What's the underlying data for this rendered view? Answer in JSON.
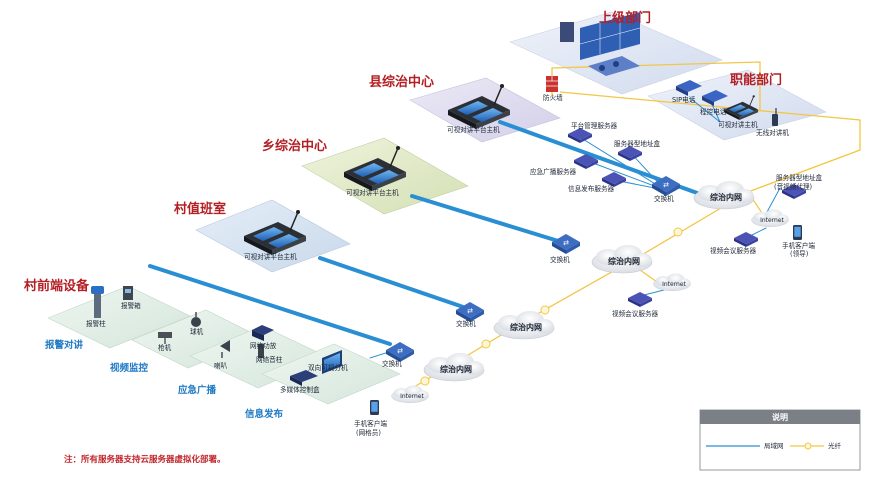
{
  "tiers": {
    "top": "上级部门",
    "func": "职能部门",
    "county": "县综治中心",
    "town": "乡综治中心",
    "village": "村值班室",
    "front": "村前端设备"
  },
  "devices": {
    "host": "可视对讲平台主机",
    "firewall": "防火墙",
    "sip_phone": "SIP电话",
    "pbx_phone": "程控电话",
    "vi_host": "可视对讲主机",
    "wireless": "无线对讲机",
    "platform_server": "平台管理服务器",
    "addr_box": "服务器型地址盒",
    "emerg_server": "应急广播服务器",
    "info_server": "信息发布服务器",
    "switch": "交换机",
    "intranet": "综治内网",
    "internet": "Internet",
    "addr_box_vc": "服务器型地址盒",
    "addr_box_vc_sub": "(音视频代理)",
    "vc_server": "视频会议服务器",
    "mobile_leader": "手机客户端",
    "mobile_leader_sub": "(领导)",
    "mobile_grid": "手机客户端",
    "mobile_grid_sub": "(网格员)",
    "alarm_pillar": "报警柱",
    "alarm_box": "报警箱",
    "gun_cam": "枪机",
    "dome_cam": "球机",
    "horn": "喇叭",
    "amp": "网络功放",
    "net_speaker": "网络音柱",
    "dual_screen": "双向可视分机",
    "media_box": "多媒体控制盒"
  },
  "categories": {
    "c1": "报警对讲",
    "c2": "视频监控",
    "c3": "应急广播",
    "c4": "信息发布"
  },
  "legend": {
    "title": "说明",
    "lan": "局域网",
    "fiber": "光纤"
  },
  "note": "注：所有服务器支持云服务器虚拟化部署。",
  "colors": {
    "tier_title": "#b41f24",
    "category": "#1f7ac4",
    "lan": "#2a8fd2",
    "fiber": "#f2c744",
    "note": "#c1272d"
  }
}
